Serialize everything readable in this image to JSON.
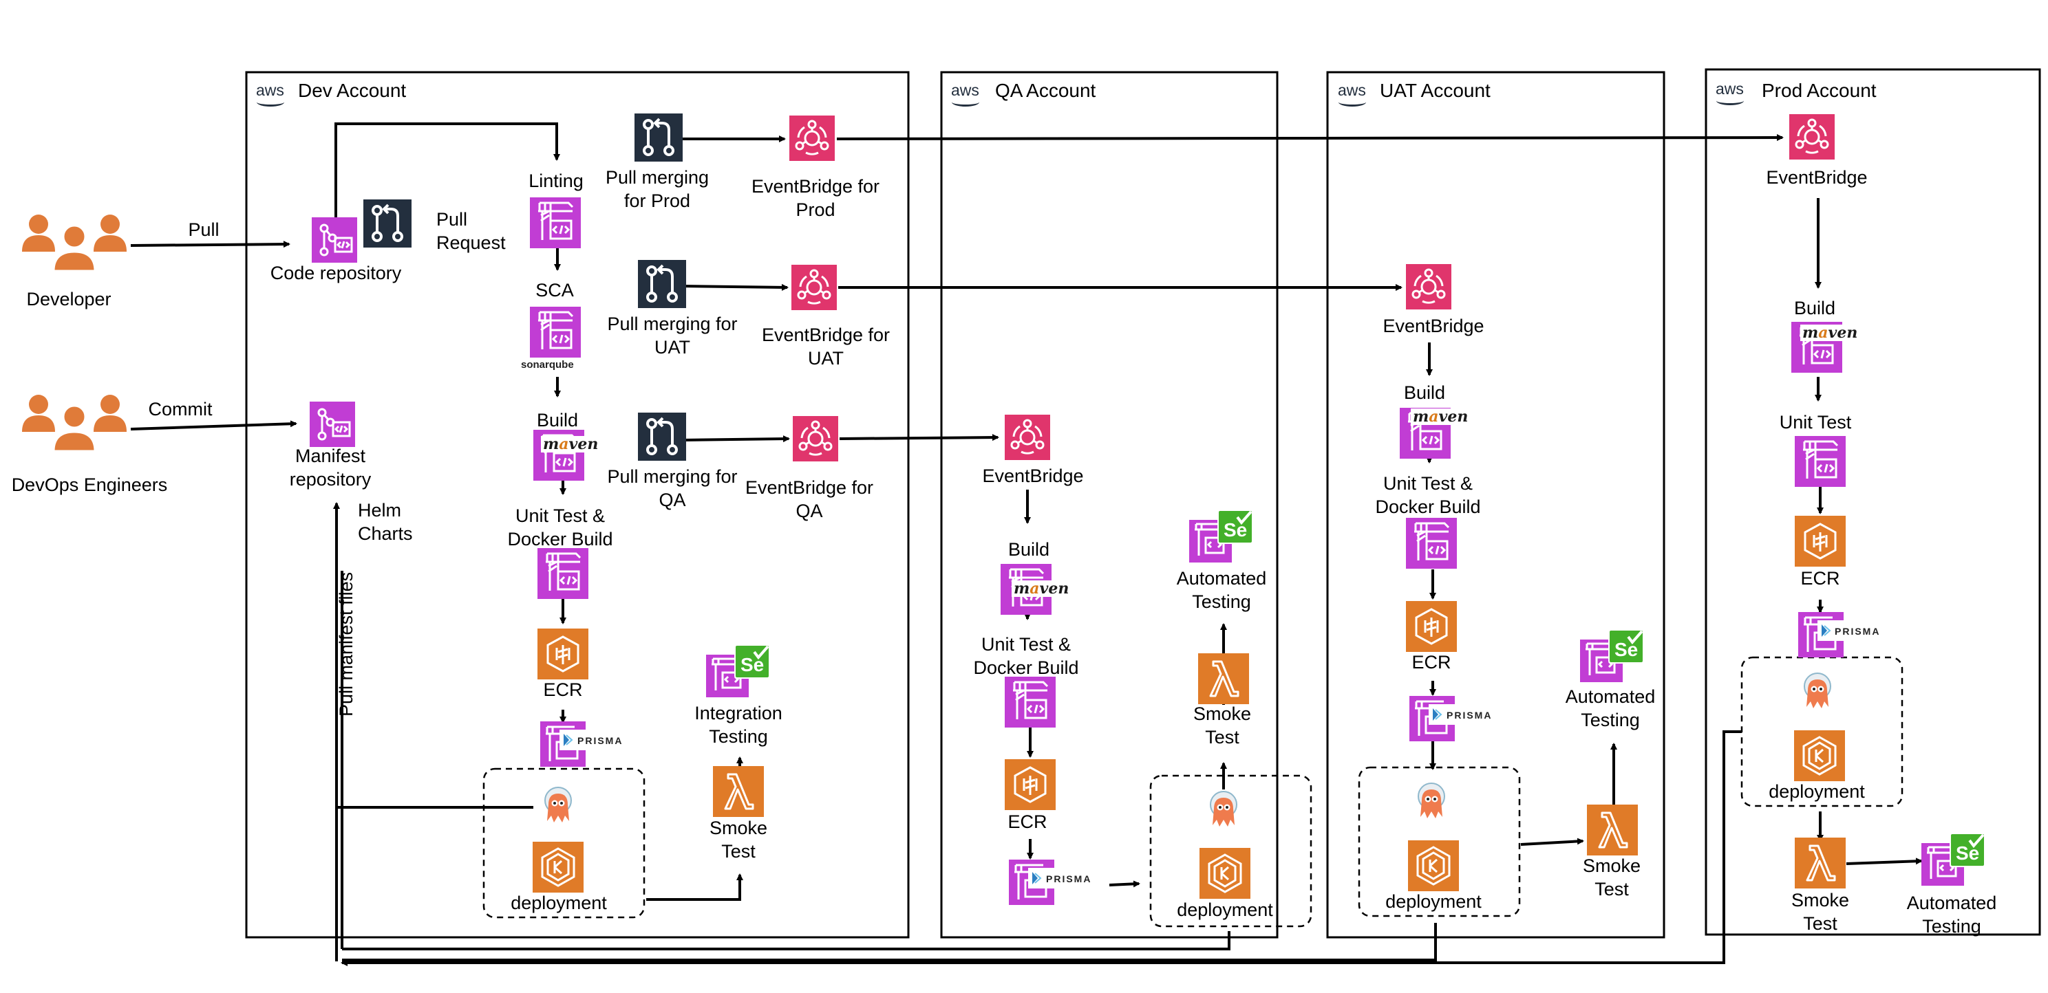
{
  "accounts": {
    "dev": "Dev Account",
    "qa": "QA Account",
    "uat": "UAT Account",
    "prod": "Prod Account",
    "aws_logo": "aws"
  },
  "actors": {
    "developer": "Developer",
    "devops": "DevOps Engineers"
  },
  "edges": {
    "pull": "Pull",
    "commit": "Commit",
    "helm_line1": "Helm",
    "helm_line2": "Charts",
    "pull_manifest": "Pull manifest files"
  },
  "dev": {
    "code_repo": "Code repository",
    "pull_request_1": "Pull",
    "pull_request_2": "Request",
    "manifest_1": "Manifest",
    "manifest_2": "repository",
    "linting": "Linting",
    "sca": "SCA",
    "sonarqube": "sonarqube",
    "build": "Build",
    "maven": "maven",
    "unit_test_1": "Unit Test &",
    "unit_test_2": "Docker Build",
    "ecr": "ECR",
    "prisma": "PRISMA",
    "deployment": "deployment",
    "smoke_1": "Smoke",
    "smoke_2": "Test",
    "integration_1": "Integration",
    "integration_2": "Testing",
    "pm_prod_1": "Pull merging",
    "pm_prod_2": "for Prod",
    "pm_uat_1": "Pull merging for",
    "pm_uat_2": "UAT",
    "pm_qa_1": "Pull merging for",
    "pm_qa_2": "QA",
    "eb_prod_1": "EventBridge for",
    "eb_prod_2": "Prod",
    "eb_uat_1": "EventBridge for",
    "eb_uat_2": "UAT",
    "eb_qa_1": "EventBridge for",
    "eb_qa_2": "QA"
  },
  "qa": {
    "eventbridge": "EventBridge",
    "build": "Build",
    "unit_test_1": "Unit Test &",
    "unit_test_2": "Docker Build",
    "ecr": "ECR",
    "deployment": "deployment",
    "smoke_1": "Smoke",
    "smoke_2": "Test",
    "auto_1": "Automated",
    "auto_2": "Testing"
  },
  "uat": {
    "eventbridge": "EventBridge",
    "build": "Build",
    "unit_test_1": "Unit Test &",
    "unit_test_2": "Docker Build",
    "ecr": "ECR",
    "deployment": "deployment",
    "smoke_1": "Smoke",
    "smoke_2": "Test",
    "auto_1": "Automated",
    "auto_2": "Testing"
  },
  "prod": {
    "eventbridge": "EventBridge",
    "build": "Build",
    "unit_test": "Unit Test",
    "ecr": "ECR",
    "deployment": "deployment",
    "smoke_1": "Smoke",
    "smoke_2": "Test",
    "auto_1": "Automated",
    "auto_2": "Testing"
  },
  "colors": {
    "people": "#e07b39",
    "codeservice": "#c13dd4",
    "eventbridge": "#e0356c",
    "compute": "#e07b28",
    "github": "#232f3e",
    "selenium": "#43b02a",
    "argo": "#ef7b4d",
    "line": "#000000"
  },
  "icons": {
    "people": "people-icon",
    "codecommit": "codecommit-icon",
    "codebuild": "codebuild-icon",
    "eventbridge": "eventbridge-icon",
    "pull_request": "pull-request-icon",
    "ecr": "ecr-icon",
    "eks": "eks-icon",
    "lambda": "lambda-icon",
    "argo": "argocd-icon",
    "selenium": "selenium-icon",
    "prisma": "prisma-icon"
  }
}
